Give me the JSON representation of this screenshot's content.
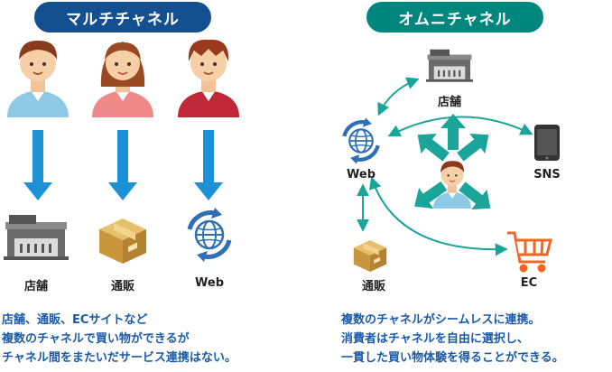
{
  "multichannel": {
    "title": "マルチチャネル",
    "channels": [
      {
        "label": "店舗",
        "icon": "store-icon"
      },
      {
        "label": "通販",
        "icon": "box-icon"
      },
      {
        "label": "Web",
        "icon": "globe-icon"
      }
    ],
    "description": [
      "店舗、通販、ECサイトなど",
      "複数のチャネルで買い物ができるが",
      "チャネル間をまたいだサービス連携はない。"
    ]
  },
  "omnichannel": {
    "title": "オムニチャネル",
    "nodes": {
      "store": "店舗",
      "web": "Web",
      "sns": "SNS",
      "mail_order": "通販",
      "ec": "EC"
    },
    "description": [
      "複数のチャネルがシームレスに連携。",
      "消費者はチャネルを自由に選択し、",
      "一貫した買い物体験を得ることができる。"
    ]
  },
  "colors": {
    "multi_accent": "#14508f",
    "omni_accent": "#00877d",
    "arrow_blue": "#1e90d6",
    "arrow_teal": "#1aa59b",
    "text_blue": "#1a5aa8"
  }
}
